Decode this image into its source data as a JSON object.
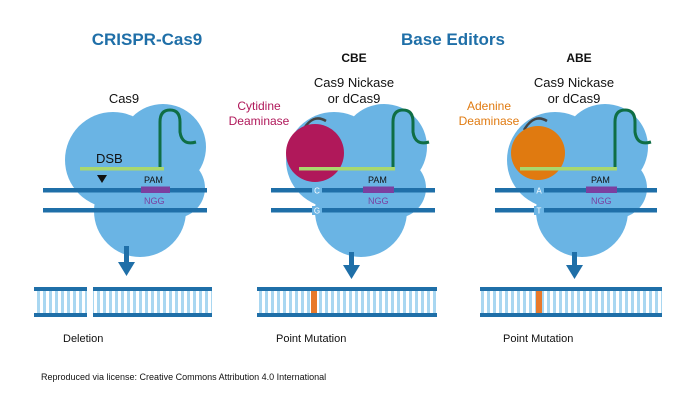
{
  "headings": {
    "crispr": "CRISPR-Cas9",
    "base_editors": "Base Editors",
    "cbe": "CBE",
    "abe": "ABE"
  },
  "labels": {
    "cas9": "Cas9",
    "dsb": "DSB",
    "nickase_line1": "Cas9 Nickase",
    "nickase_line2": "or dCas9",
    "cytidine_line1": "Cytidine",
    "cytidine_line2": "Deaminase",
    "adenine_line1": "Adenine",
    "adenine_line2": "Deaminase",
    "pam": "PAM",
    "ngg": "NGG",
    "base_c": "C",
    "base_g": "G",
    "base_a": "A",
    "base_t": "T"
  },
  "outcomes": {
    "deletion": "Deletion",
    "point_mutation_cbe": "Point Mutation",
    "point_mutation_abe": "Point Mutation"
  },
  "footer": "Reproduced via license:  Creative Commons Attribution 4.0 International",
  "colors": {
    "cas9_blob": "#6ab4e4",
    "dna_strand": "#1f6fa8",
    "guide_rna": "#0f6e45",
    "spacer": "#a9d86e",
    "pam": "#7b3fa0",
    "cytidine_deaminase": "#b0185a",
    "adenine_deaminase": "#e07a10",
    "ladder_rung": "#a9d7f1",
    "mutation_mark": "#e8792a"
  }
}
